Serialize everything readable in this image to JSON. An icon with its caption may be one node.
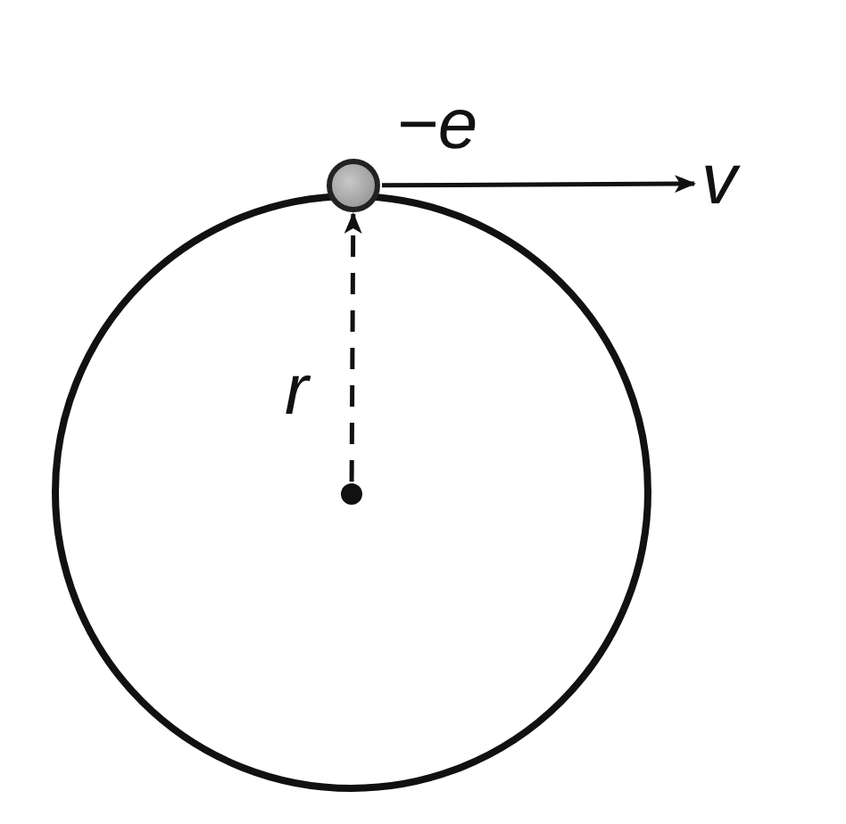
{
  "diagram": {
    "nodes": [
      {
        "text": [],
        "shape": "circle",
        "beside": [
          "−e"
        ]
      },
      {
        "text": [],
        "shape": "circle"
      },
      {
        "text": [
          "v"
        ]
      }
    ],
    "edges": [
      {
        "from": 0,
        "to": 2,
        "arrow": "to"
      },
      {
        "from": 1,
        "to": 0,
        "arrow": "to",
        "style": "dashed",
        "label": "r"
      }
    ]
  }
}
